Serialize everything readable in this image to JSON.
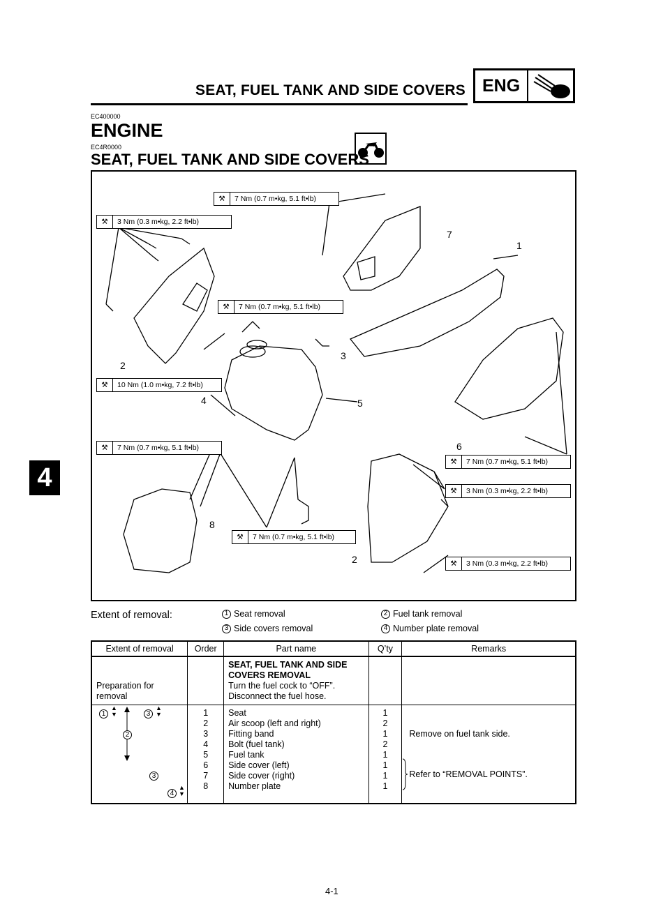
{
  "header": {
    "title": "SEAT, FUEL TANK AND SIDE COVERS",
    "section_tab": "ENG"
  },
  "codes": {
    "engine": "EC400000",
    "section": "EC4R0000"
  },
  "headings": {
    "chapter": "ENGINE",
    "section": "SEAT, FUEL TANK AND SIDE COVERS"
  },
  "chapter_tab": "4",
  "diagram": {
    "torques": [
      "7 Nm (0.7 m•kg, 5.1 ft•lb)",
      "3 Nm (0.3 m•kg, 2.2 ft•lb)",
      "7 Nm (0.7 m•kg, 5.1 ft•lb)",
      "10 Nm (1.0 m•kg, 7.2 ft•lb)",
      "7 Nm (0.7 m•kg, 5.1 ft•lb)",
      "7 Nm (0.7 m•kg, 5.1 ft•lb)",
      "3 Nm (0.3 m•kg, 2.2 ft•lb)",
      "7 Nm (0.7 m•kg, 5.1 ft•lb)",
      "3 Nm (0.3 m•kg, 2.2 ft•lb)"
    ],
    "callouts": [
      "1",
      "2",
      "3",
      "4",
      "5",
      "6",
      "7",
      "8",
      "2"
    ]
  },
  "extent": {
    "label": "Extent of removal:",
    "items": [
      {
        "num": "1",
        "text": "Seat removal"
      },
      {
        "num": "2",
        "text": "Fuel tank removal"
      },
      {
        "num": "3",
        "text": "Side covers removal"
      },
      {
        "num": "4",
        "text": "Number plate removal"
      }
    ]
  },
  "table": {
    "headers": [
      "Extent of removal",
      "Order",
      "Part name",
      "Q’ty",
      "Remarks"
    ],
    "prep": {
      "extent": [
        "Preparation for",
        "removal"
      ],
      "part_lines": [
        "SEAT, FUEL TANK AND SIDE",
        "COVERS REMOVAL",
        "Turn the fuel cock to “OFF”.",
        "Disconnect the fuel hose."
      ]
    },
    "rows": [
      {
        "order": "1",
        "part": "Seat",
        "qty": "1"
      },
      {
        "order": "2",
        "part": "Air scoop (left and right)",
        "qty": "2"
      },
      {
        "order": "3",
        "part": "Fitting band",
        "qty": "1"
      },
      {
        "order": "4",
        "part": "Bolt (fuel tank)",
        "qty": "2"
      },
      {
        "order": "5",
        "part": "Fuel tank",
        "qty": "1"
      },
      {
        "order": "6",
        "part": "Side cover (left)",
        "qty": "1"
      },
      {
        "order": "7",
        "part": "Side cover (right)",
        "qty": "1"
      },
      {
        "order": "8",
        "part": "Number plate",
        "qty": "1"
      }
    ],
    "remarks": {
      "fuel_tank_side": "Remove on fuel tank side.",
      "removal_points": "Refer to “REMOVAL POINTS”."
    },
    "extent_marks": [
      "1",
      "3",
      "2",
      "3",
      "4"
    ]
  },
  "page_number": "4-1"
}
